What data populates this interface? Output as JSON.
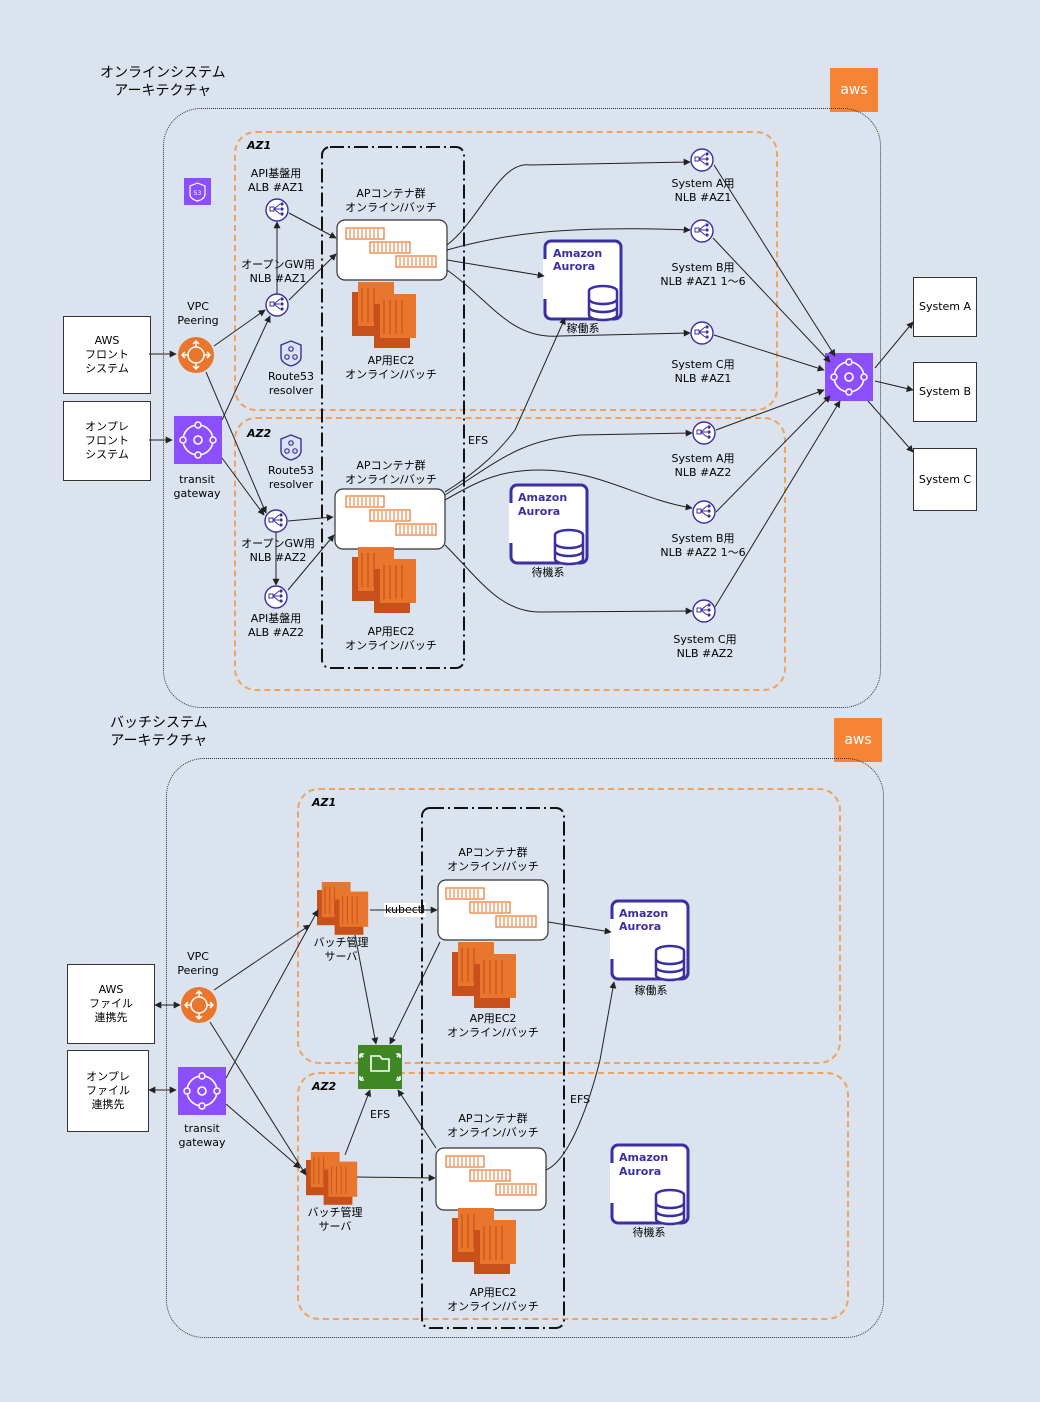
{
  "online": {
    "title_line1": "オンラインシステム",
    "title_line2": "アーキテクチャ",
    "aws_label": "aws",
    "az1": "AZ1",
    "az2": "AZ2",
    "aws_front": [
      "AWS",
      "フロント",
      "システム"
    ],
    "onpre_front": [
      "オンプレ",
      "フロント",
      "システム"
    ],
    "vpc_peering": [
      "VPC",
      "Peering"
    ],
    "transit_gateway": [
      "transit",
      "gateway"
    ],
    "api_alb_az1": [
      "API基盤用",
      "ALB #AZ1"
    ],
    "open_gw_nlb_az1": [
      "オープンGW用",
      "NLB #AZ1"
    ],
    "route53_az1": [
      "Route53",
      "resolver"
    ],
    "route53_az2": [
      "Route53",
      "resolver"
    ],
    "open_gw_nlb_az2": [
      "オープンGW用",
      "NLB #AZ2"
    ],
    "api_alb_az2": [
      "API基盤用",
      "ALB #AZ2"
    ],
    "ap_container_az1": [
      "APコンテナ群",
      "オンライン/バッチ"
    ],
    "ap_ec2_az1": [
      "AP用EC2",
      "オンライン/バッチ"
    ],
    "ap_container_az2": [
      "APコンテナ群",
      "オンライン/バッチ"
    ],
    "ap_ec2_az2": [
      "AP用EC2",
      "オンライン/バッチ"
    ],
    "efs": "EFS",
    "aurora_active": "稼働系",
    "aurora_standby": "待機系",
    "aurora_text": [
      "Amazon",
      "Aurora"
    ],
    "sysA_az1": [
      "System A用",
      "NLB #AZ1"
    ],
    "sysB_az1": [
      "System B用",
      "NLB #AZ1 1〜6"
    ],
    "sysC_az1": [
      "System C用",
      "NLB #AZ1"
    ],
    "sysA_az2": [
      "System A用",
      "NLB #AZ2"
    ],
    "sysB_az2": [
      "System B用",
      "NLB #AZ2 1〜6"
    ],
    "sysC_az2": [
      "System C用",
      "NLB #AZ2"
    ],
    "system_a": "System A",
    "system_b": "System B",
    "system_c": "System C"
  },
  "batch": {
    "title_line1": "バッチシステム",
    "title_line2": "アーキテクチャ",
    "aws_label": "aws",
    "az1": "AZ1",
    "az2": "AZ2",
    "aws_file": [
      "AWS",
      "ファイル",
      "連携先"
    ],
    "onpre_file": [
      "オンプレ",
      "ファイル",
      "連携先"
    ],
    "vpc_peering": [
      "VPC",
      "Peering"
    ],
    "transit_gateway": [
      "transit",
      "gateway"
    ],
    "batch_server_az1": [
      "バッチ管理",
      "サーバ"
    ],
    "batch_server_az2": [
      "バッチ管理",
      "サーバ"
    ],
    "kubectl": "kubectl",
    "ap_container_az1": [
      "APコンテナ群",
      "オンライン/バッチ"
    ],
    "ap_ec2_az1": [
      "AP用EC2",
      "オンライン/バッチ"
    ],
    "ap_container_az2": [
      "APコンテナ群",
      "オンライン/バッチ"
    ],
    "ap_ec2_az2": [
      "AP用EC2",
      "オンライン/バッチ"
    ],
    "efs_node": "EFS",
    "efs_edge": "EFS",
    "aurora_text": [
      "Amazon",
      "Aurora"
    ],
    "aurora_active": "稼働系",
    "aurora_standby": "待機系"
  },
  "colors": {
    "background": "#dbe3ef",
    "aws_orange": "#f58534",
    "az_border": "#f0a35e",
    "purple": "#3b2fa3",
    "ec2_orange": "#e8762d",
    "efs_green": "#3f8624",
    "tgw_purple": "#8c4fff"
  }
}
